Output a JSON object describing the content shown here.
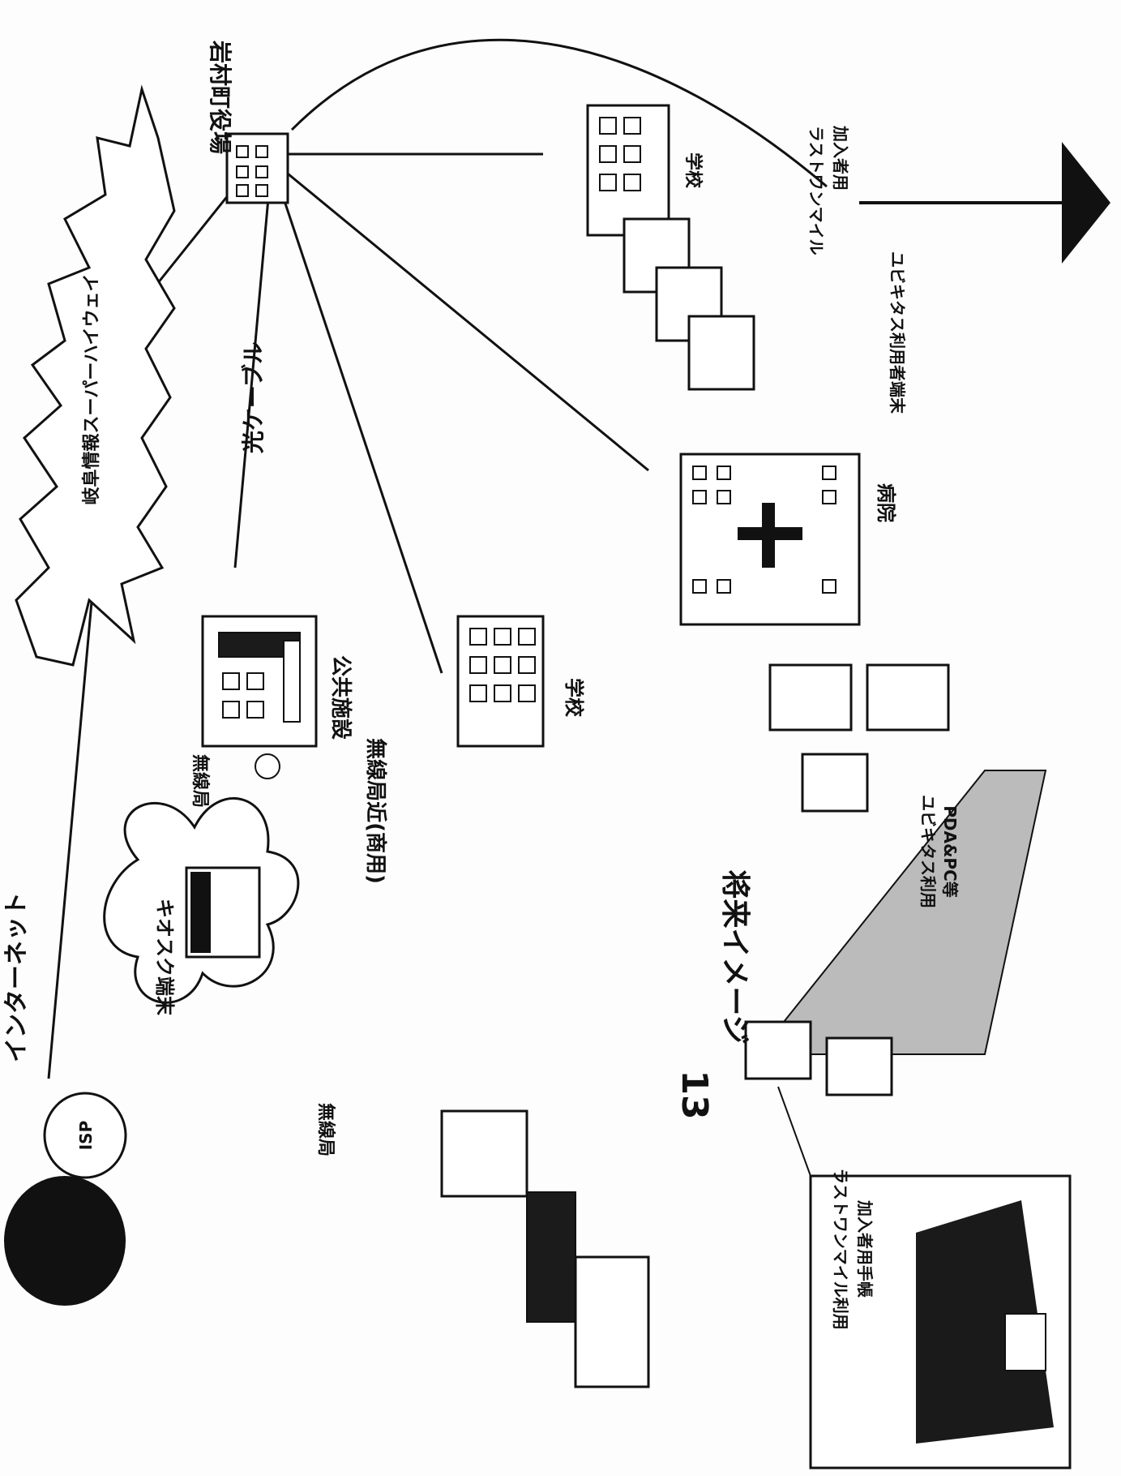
{
  "diagram": {
    "page_number": "13",
    "labels": {
      "internet": "インターネット",
      "isp": "ISP",
      "superhighway": "岐阜情報スーパーハイウェイ",
      "town_hall": "岩村町役場",
      "optical_cable": "光ケーブル",
      "public_facility": "公共施設",
      "school_1": "学校",
      "hospital": "病院",
      "school_2": "学校",
      "kiosk": "キオスク端末",
      "wireless_shared": "無線局近(商用)",
      "image_title": "将来イメージ",
      "ubiquitous_pda": "ユビキタス利用",
      "pda_pc": "PDA&PC等",
      "ubiquitous_top": "ユビキタス利用者端末",
      "last_one_mile_top_1": "ラストワンマイル",
      "last_one_mile_top_2": "加入者用",
      "last_one_mile_bottom_1": "ラストワンマイル利用",
      "last_one_mile_bottom_2": "加入者用手帳",
      "wireless_station": "無線局"
    }
  }
}
